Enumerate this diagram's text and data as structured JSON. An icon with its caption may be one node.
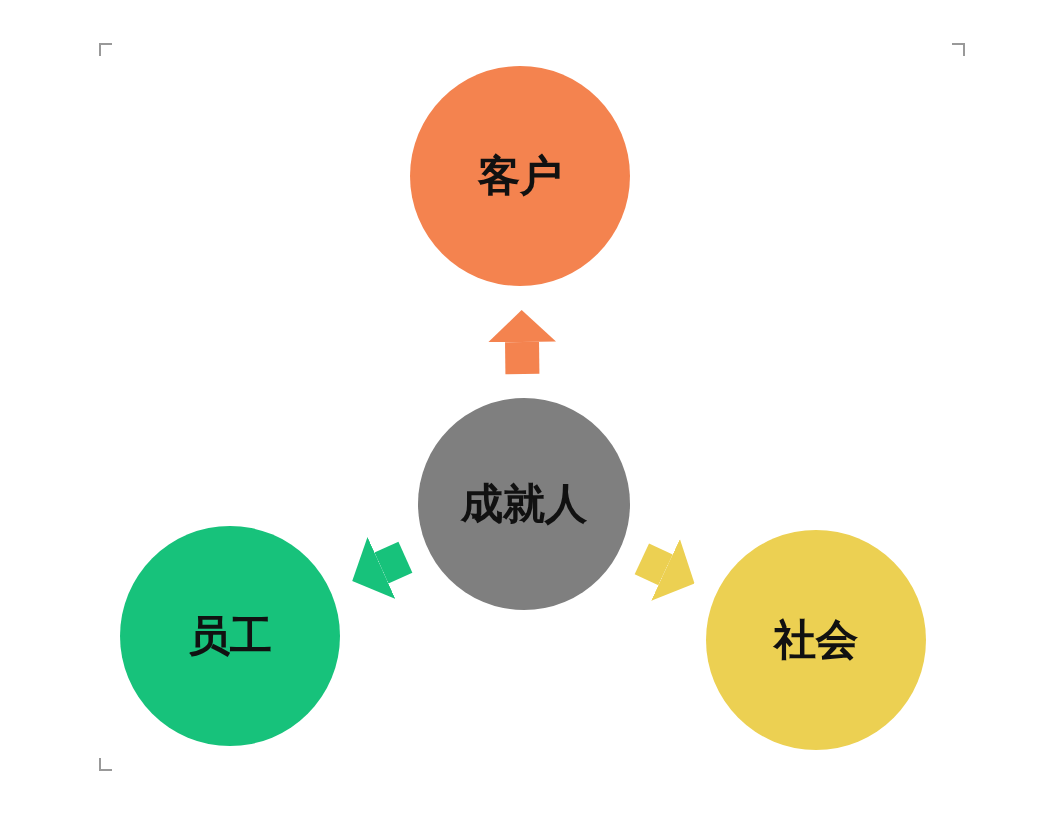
{
  "diagram": {
    "nodes": [
      {
        "text": [
          "客户"
        ]
      },
      {
        "text": [
          "成就人"
        ]
      },
      {
        "text": [
          "员工"
        ]
      },
      {
        "text": [
          "社会"
        ]
      }
    ],
    "edges": [
      {
        "from": 1,
        "to": 0,
        "arrow": "to",
        "color": "#f4834f"
      },
      {
        "from": 1,
        "to": 2,
        "arrow": "to",
        "color": "#17c27b"
      },
      {
        "from": 1,
        "to": 3,
        "arrow": "to",
        "color": "#ecd052"
      }
    ]
  }
}
